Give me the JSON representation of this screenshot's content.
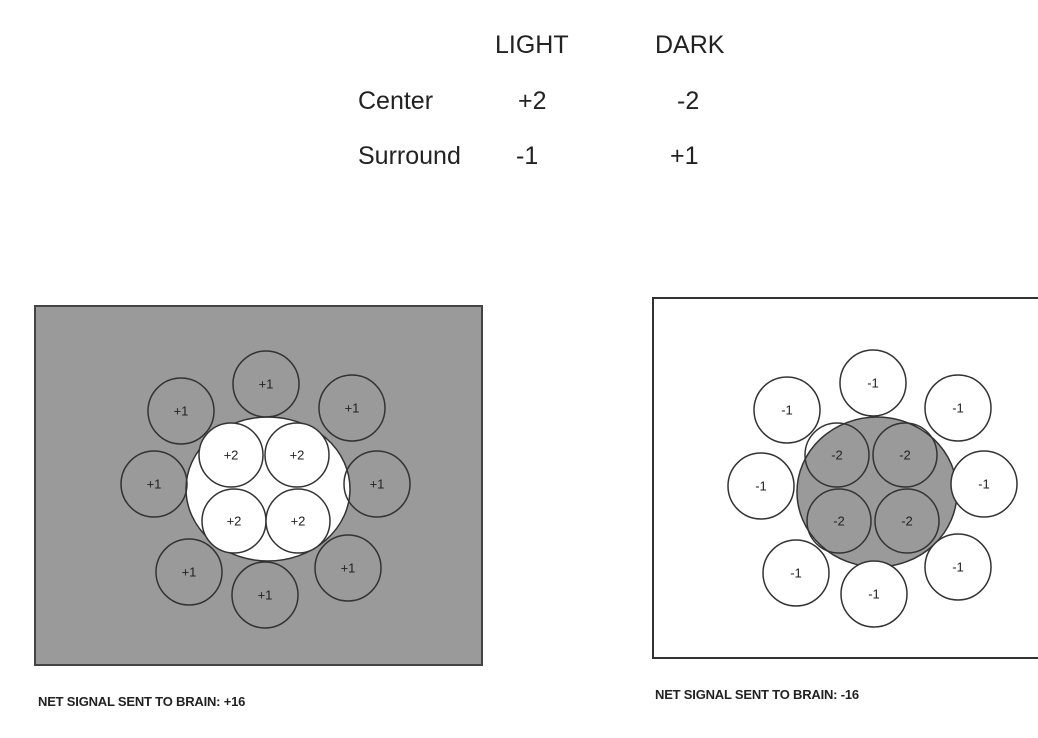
{
  "table": {
    "col_light": "LIGHT",
    "col_dark": "DARK",
    "row_center": "Center",
    "row_surround": "Surround",
    "center_light": "+2",
    "center_dark": "-2",
    "surround_light": "-1",
    "surround_dark": "+1"
  },
  "left_panel": {
    "background": "#9a9a9a",
    "center_field": "#ffffff",
    "center_label": "+2",
    "surround_label": "+1",
    "caption": "NET SIGNAL SENT TO BRAIN:  +16"
  },
  "right_panel": {
    "background": "#ffffff",
    "center_field": "#9a9a9a",
    "center_label": "-2",
    "surround_label": "-1",
    "caption": "NET SIGNAL SENT TO BRAIN:  -16"
  }
}
